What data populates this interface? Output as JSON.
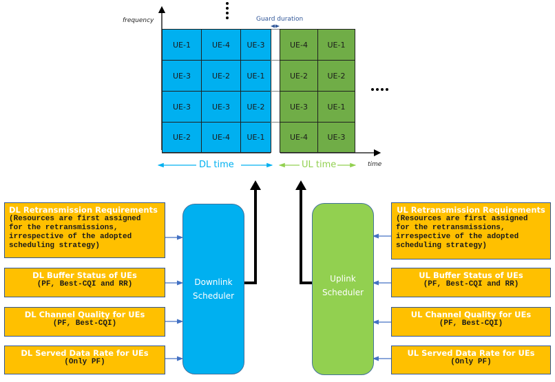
{
  "axes": {
    "y_label": "frequency",
    "x_label": "time"
  },
  "guard": {
    "label": "Guard duration"
  },
  "grid": {
    "dl_rows": [
      [
        "UE-1",
        "UE-4",
        "UE-3"
      ],
      [
        "UE-3",
        "UE-2",
        "UE-1"
      ],
      [
        "UE-3",
        "UE-3",
        "UE-2"
      ],
      [
        "UE-2",
        "UE-4",
        "UE-1"
      ]
    ],
    "ul_rows": [
      [
        "UE-4",
        "UE-1"
      ],
      [
        "UE-2",
        "UE-2"
      ],
      [
        "UE-3",
        "UE-1"
      ],
      [
        "UE-4",
        "UE-3"
      ]
    ]
  },
  "time_spans": {
    "dl": "DL time",
    "ul": "UL time"
  },
  "schedulers": {
    "dl": {
      "line1": "Downlink",
      "line2": "Scheduler"
    },
    "ul": {
      "line1": "Uplink",
      "line2": "Scheduler"
    }
  },
  "dl_inputs": [
    {
      "title": "DL Retransmission Requirements",
      "sub": "(Resources are first assigned\nfor the retransmissions,\nirrespective of the adopted\nscheduling strategy)"
    },
    {
      "title": "DL Buffer Status of UEs",
      "sub": "(PF, Best-CQI and RR)"
    },
    {
      "title": "DL Channel Quality for UEs",
      "sub": "(PF, Best-CQI)"
    },
    {
      "title": "DL Served Data Rate for UEs",
      "sub": "(Only PF)"
    }
  ],
  "ul_inputs": [
    {
      "title": "UL Retransmission Requirements",
      "sub": "(Resources are first assigned\nfor the retransmissions,\nirrespective of the adopted\nscheduling strategy)"
    },
    {
      "title": "UL Buffer Status of UEs",
      "sub": "(PF, Best-CQI and RR)"
    },
    {
      "title": "UL Channel Quality for UEs",
      "sub": "(PF, Best-CQI)"
    },
    {
      "title": "UL Served Data Rate for UEs",
      "sub": "(Only PF)"
    }
  ],
  "colors": {
    "dl_blue": "#00b0f0",
    "ul_green": "#70ad47",
    "ul_scheduler_green": "#92d050",
    "input_box": "#ffc000",
    "arrow_blue": "#4472c4",
    "dl_span": "#00b0f0",
    "ul_span": "#92d050"
  }
}
